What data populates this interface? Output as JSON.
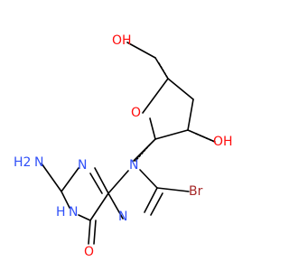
{
  "molecule": {
    "atoms": [
      {
        "id": "o_top",
        "label": "OH",
        "element": "O"
      },
      {
        "id": "o_ring",
        "label": "O",
        "element": "O"
      },
      {
        "id": "o_2prime",
        "label": "OH",
        "element": "O"
      },
      {
        "id": "n9",
        "label": "N",
        "element": "N"
      },
      {
        "id": "n3",
        "label": "N",
        "element": "N"
      },
      {
        "id": "n7",
        "label": "N",
        "element": "N"
      },
      {
        "id": "n1",
        "label": "N",
        "element": "N"
      },
      {
        "id": "h_n1",
        "label": "H",
        "element": "H"
      },
      {
        "id": "n_amino",
        "label": "N",
        "element": "N"
      },
      {
        "id": "h2_amino",
        "label": "H2",
        "element": "H"
      },
      {
        "id": "br",
        "label": "Br",
        "element": "Br"
      },
      {
        "id": "o_carbonyl",
        "label": "O",
        "element": "O"
      }
    ]
  },
  "colors": {
    "oxygen": "#ff0d0d",
    "nitrogen": "#3050f8",
    "bromine": "#a62929",
    "bond": "#000000"
  }
}
